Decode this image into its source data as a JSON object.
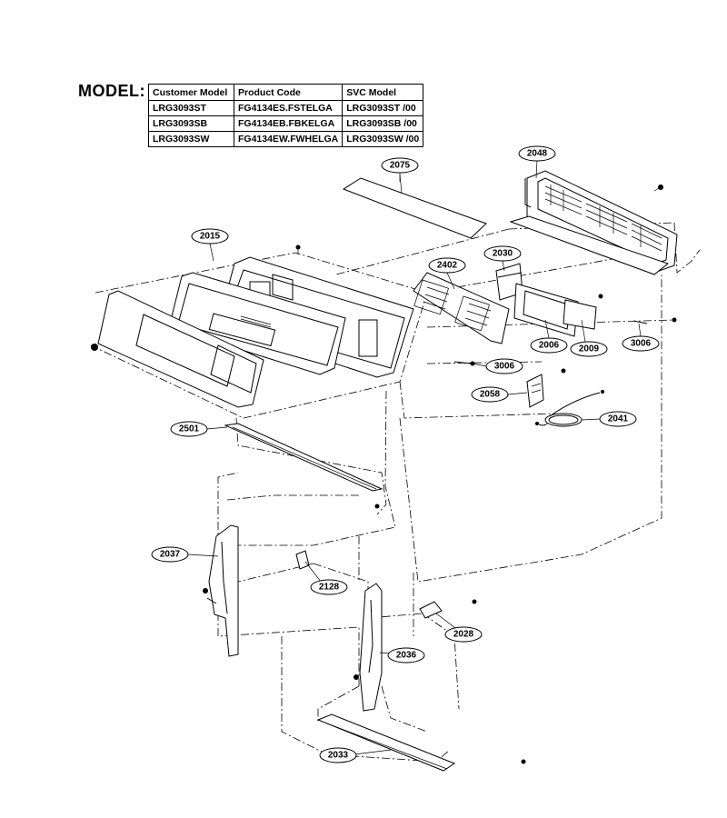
{
  "model_label": "MODEL:",
  "model_table": {
    "headers": [
      "Customer Model",
      "Product Code",
      "SVC Model"
    ],
    "rows": [
      [
        "LRG3093ST",
        "FG4134ES.FSTELGA",
        "LRG3093ST /00"
      ],
      [
        "LRG3093SB",
        "FG4134EB.FBKELGA",
        "LRG3093SB /00"
      ],
      [
        "LRG3093SW",
        "FG4134EW.FWHELGA",
        "LRG3093SW /00"
      ]
    ]
  },
  "callouts": {
    "p2048": "2048",
    "p2075": "2075",
    "p2015": "2015",
    "p2030": "2030",
    "p2402": "2402",
    "p2006": "2006",
    "p2009": "2009",
    "p3006a": "3006",
    "p3006b": "3006",
    "p2058": "2058",
    "p2041": "2041",
    "p2501": "2501",
    "p2037": "2037",
    "p2128": "2128",
    "p2028": "2028",
    "p2036": "2036",
    "p2033": "2033"
  }
}
